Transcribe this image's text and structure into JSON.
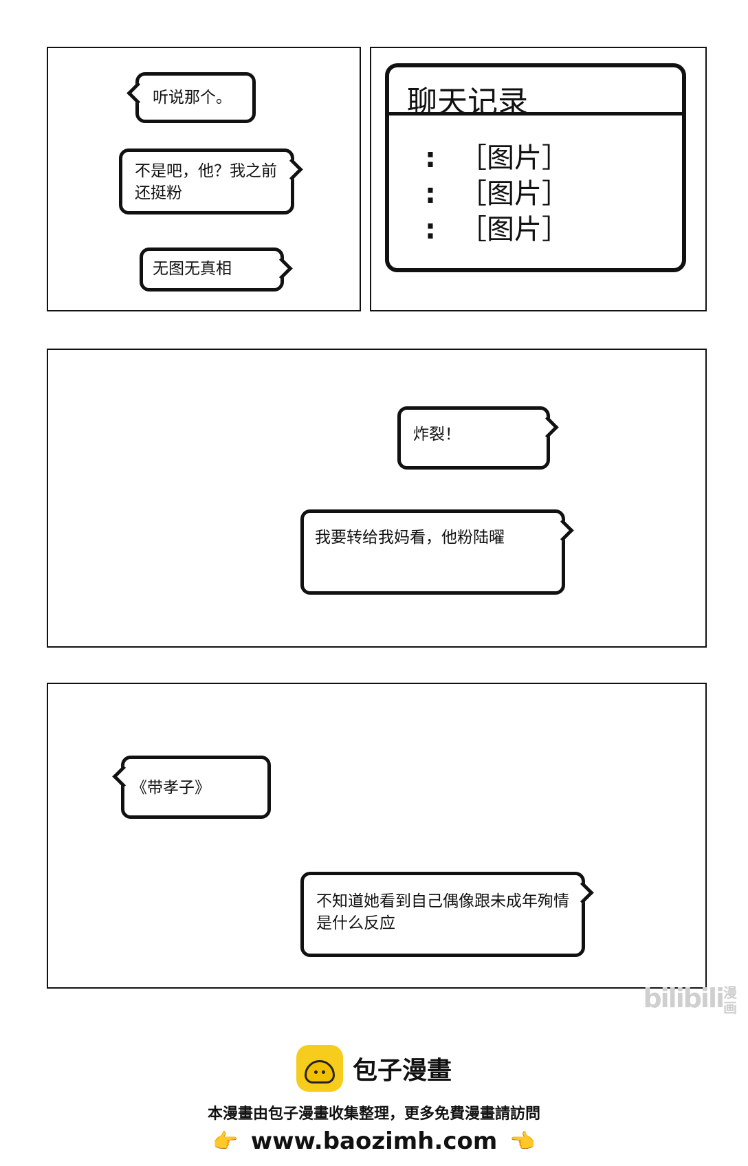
{
  "panel1": {
    "bubbles": [
      "听说那个。",
      "不是吧，他？我之前还挺粉",
      "无图无真相"
    ]
  },
  "panel2": {
    "title": "聊天记录",
    "rows": [
      ":",
      ":",
      ":"
    ],
    "items": [
      "［图片］",
      "［图片］",
      "［图片］"
    ]
  },
  "panel3": {
    "bubbles": [
      "炸裂！",
      "我要转给我妈看，他粉陆曜"
    ]
  },
  "panel4": {
    "bubbles": [
      "《带孝子》",
      "不知道她看到自己偶像跟未成年殉情是什么反应"
    ]
  },
  "watermark": {
    "text": "bilibili",
    "sub": "漫画"
  },
  "footer": {
    "brand": "包子漫畫",
    "notice": "本漫畫由包子漫畫收集整理，更多免費漫畫請訪問",
    "url": "www.baozimh.com",
    "hand_left": "👉",
    "hand_right": "👈"
  },
  "colors": {
    "ink": "#111111",
    "logo": "#f6cd1d"
  }
}
